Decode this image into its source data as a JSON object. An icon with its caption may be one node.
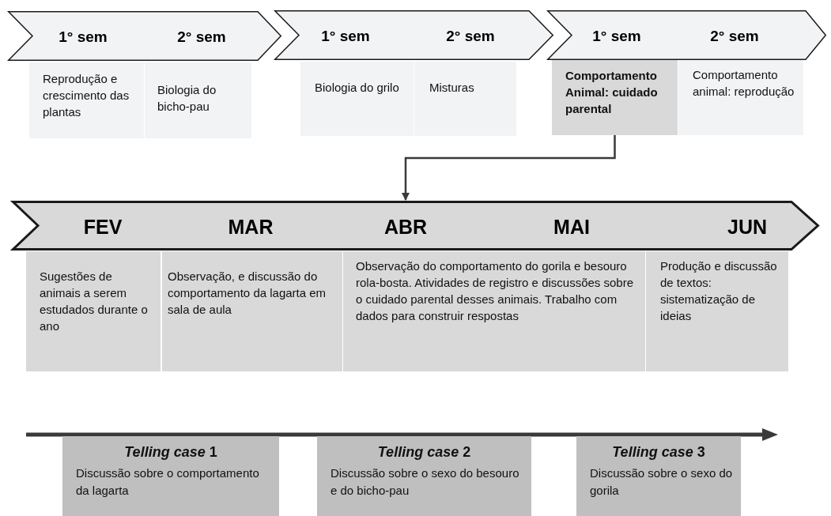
{
  "diagram": {
    "nodes": [
      {
        "text": [
          "1° sem",
          "2° sem"
        ]
      },
      {
        "text": [
          "1° sem",
          "2° sem"
        ]
      },
      {
        "text": [
          "1° sem",
          "2° sem"
        ]
      },
      {
        "text": [
          "Reprodução e crescimento das plantas"
        ]
      },
      {
        "text": [
          "Biologia do bicho-pau"
        ]
      },
      {
        "text": [
          "Biologia do grilo"
        ]
      },
      {
        "text": [
          "Misturas"
        ]
      },
      {
        "text": [
          "Comportamento Animal: cuidado parental"
        ]
      },
      {
        "text": [
          "Comportamento animal: reprodução"
        ]
      },
      {
        "text": [
          "FEV",
          "MAR",
          "ABR",
          "MAI",
          "JUN"
        ]
      },
      {
        "text": [
          "Sugestões de animais a serem estudados durante o ano"
        ]
      },
      {
        "text": [
          "Observação, e discussão do comportamento da lagarta em sala de aula"
        ]
      },
      {
        "text": [
          "Observação do comportamento do gorila e besouro rola-bosta. Atividades de registro e discussões sobre o cuidado parental desses animais. Trabalho com dados para construir respostas"
        ]
      },
      {
        "text": [
          "Produção e discussão de textos: sistematização de ideias"
        ]
      },
      {
        "text": [
          "*Telling case* 1",
          "Discussão sobre o comportamento da lagarta"
        ]
      },
      {
        "text": [
          "*Telling case* 2",
          "Discussão sobre o sexo do besouro e do bicho-pau"
        ]
      },
      {
        "text": [
          "*Telling case* 3",
          "Discussão sobre o sexo do gorila"
        ]
      }
    ],
    "edges": [
      {
        "from": 7,
        "to": 9,
        "arrow": "to"
      }
    ]
  }
}
